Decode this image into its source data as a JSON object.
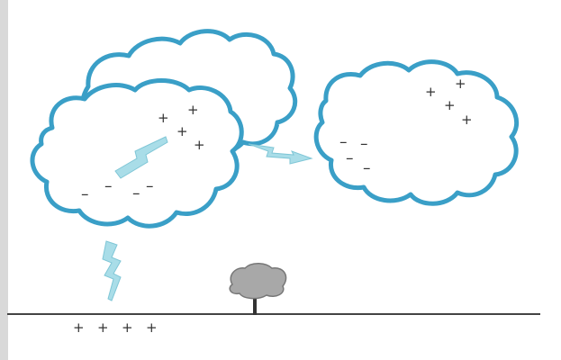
{
  "colors": {
    "cloud_outline": "#3a9fc7",
    "cloud_fill": "#ffffff",
    "lightning": "#a9dde8",
    "ground": "#444444",
    "tree_canopy": "#a8a8a8",
    "tree_trunk": "#333333",
    "charge_text": "#333333",
    "left_edge_shading": "#d9d9d9"
  },
  "charges": {
    "positive": "+",
    "negative": "–"
  },
  "clouds": [
    {
      "id": "back-left",
      "description_hidden": true
    },
    {
      "id": "front-left",
      "positive_count": 4,
      "negative_count": 4
    },
    {
      "id": "right",
      "positive_count": 4,
      "negative_count": 4
    }
  ],
  "ground": {
    "positive_count": 4
  },
  "icons": [
    "cloud-icon",
    "lightning-bolt-icon",
    "tree-icon"
  ]
}
